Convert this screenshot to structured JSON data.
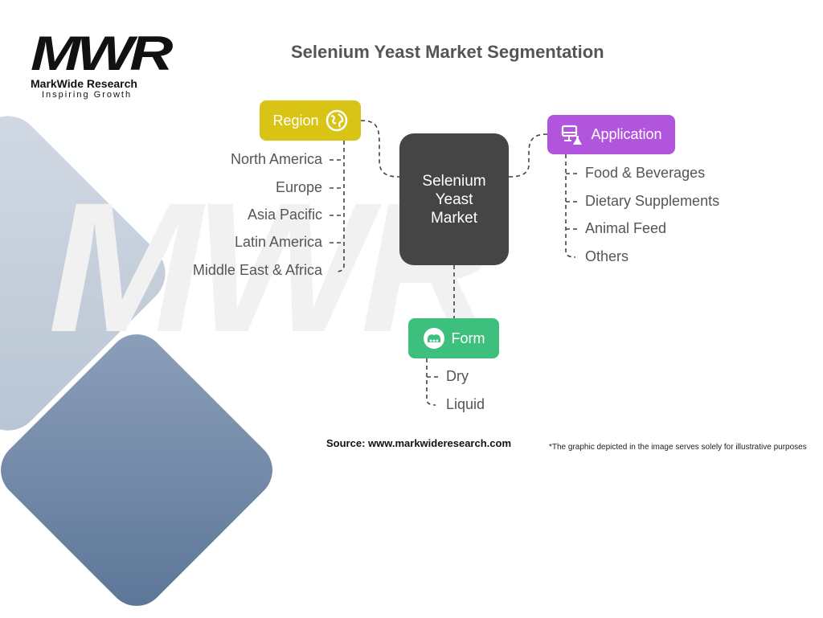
{
  "title": "Selenium Yeast Market Segmentation",
  "logo": {
    "mark": "MWR",
    "name": "MarkWide Research",
    "tagline": "Inspiring Growth"
  },
  "watermark": "MWR",
  "center": {
    "label": "Selenium Yeast Market",
    "color": "#454545"
  },
  "segments": {
    "region": {
      "label": "Region",
      "icon": "globe-icon",
      "color": "#d9c416",
      "items": [
        "North America",
        "Europe",
        "Asia Pacific",
        "Latin America",
        "Middle East & Africa"
      ]
    },
    "application": {
      "label": "Application",
      "icon": "computer-flask-icon",
      "color": "#b255dd",
      "items": [
        "Food & Beverages",
        "Dietary Supplements",
        "Animal Feed",
        "Others"
      ]
    },
    "form": {
      "label": "Form",
      "icon": "yeast-icon",
      "color": "#3dbf7d",
      "items": [
        "Dry",
        "Liquid"
      ]
    }
  },
  "footer": {
    "source": "Source: www.markwideresearch.com",
    "note": "*The graphic depicted in the image serves solely for illustrative purposes"
  }
}
